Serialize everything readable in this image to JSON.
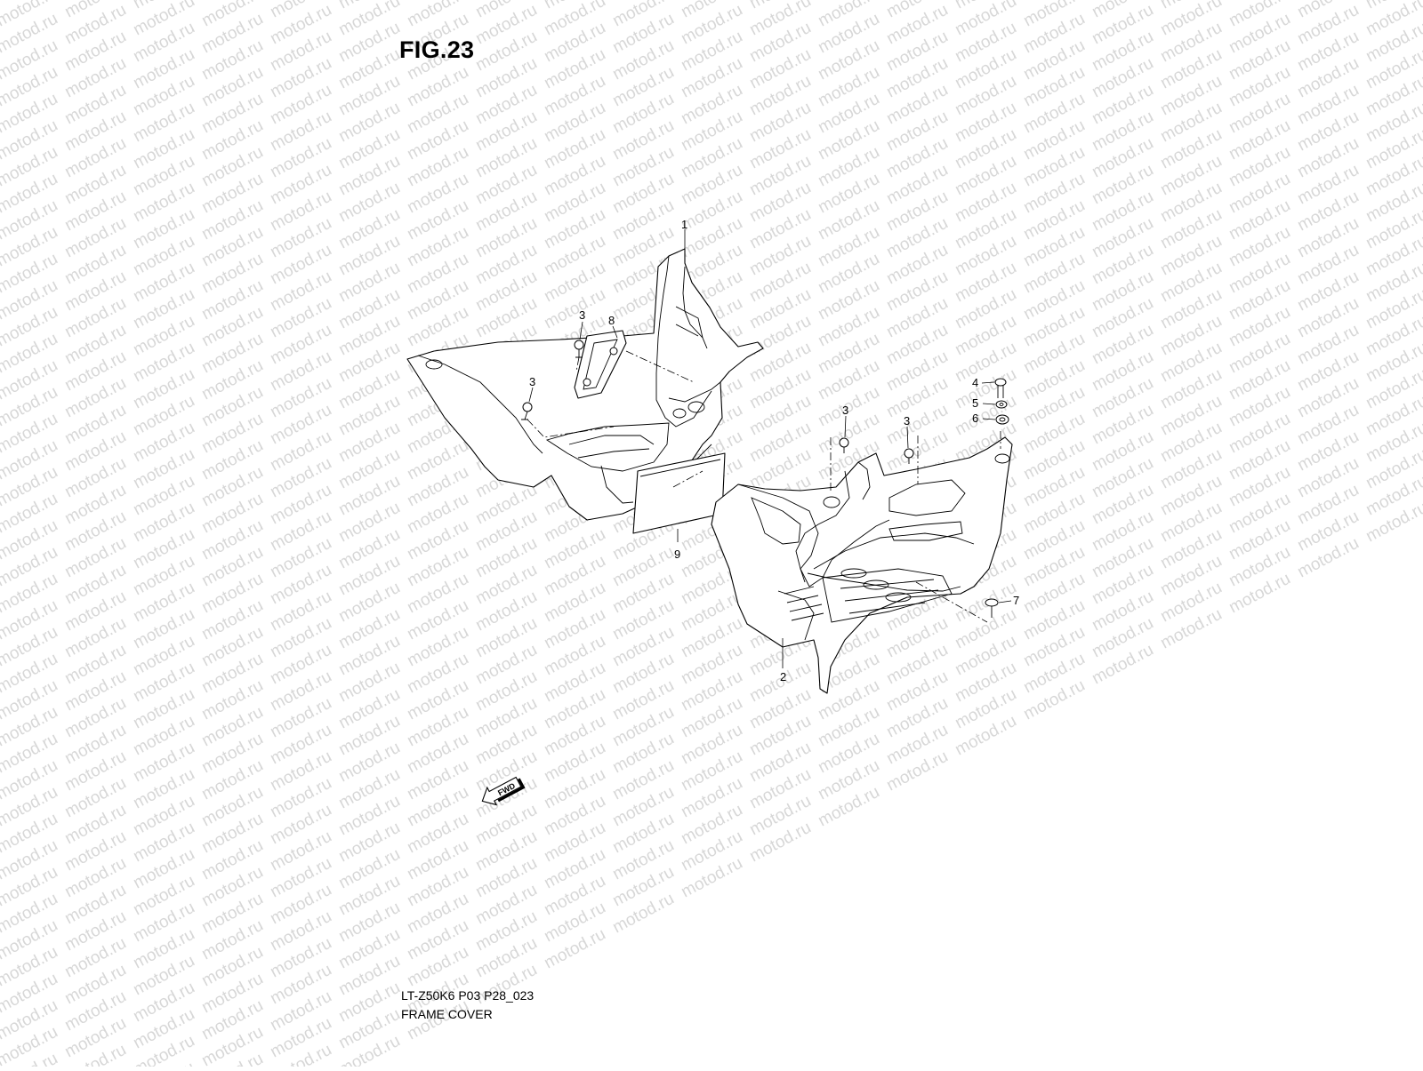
{
  "figure": {
    "title": "FIG.23",
    "model_code": "LT-Z50K6 P03 P28_023",
    "section_name": "FRAME COVER"
  },
  "watermark": {
    "text": "motod.ru"
  },
  "callouts": [
    {
      "id": "1",
      "label": "1",
      "part": "frame cover, left"
    },
    {
      "id": "2",
      "label": "2",
      "part": "frame cover, right"
    },
    {
      "id": "3a",
      "label": "3",
      "part": "clip"
    },
    {
      "id": "3b",
      "label": "3",
      "part": "clip"
    },
    {
      "id": "3c",
      "label": "3",
      "part": "clip"
    },
    {
      "id": "3d",
      "label": "3",
      "part": "clip"
    },
    {
      "id": "4",
      "label": "4",
      "part": "bolt"
    },
    {
      "id": "5",
      "label": "5",
      "part": "washer"
    },
    {
      "id": "6",
      "label": "6",
      "part": "cushion"
    },
    {
      "id": "7",
      "label": "7",
      "part": "screw"
    },
    {
      "id": "8",
      "label": "8",
      "part": "plate"
    },
    {
      "id": "9",
      "label": "9",
      "part": "cushion pad"
    }
  ],
  "direction_marker": {
    "text": "FWD",
    "icon": "fwd-arrow-icon"
  }
}
